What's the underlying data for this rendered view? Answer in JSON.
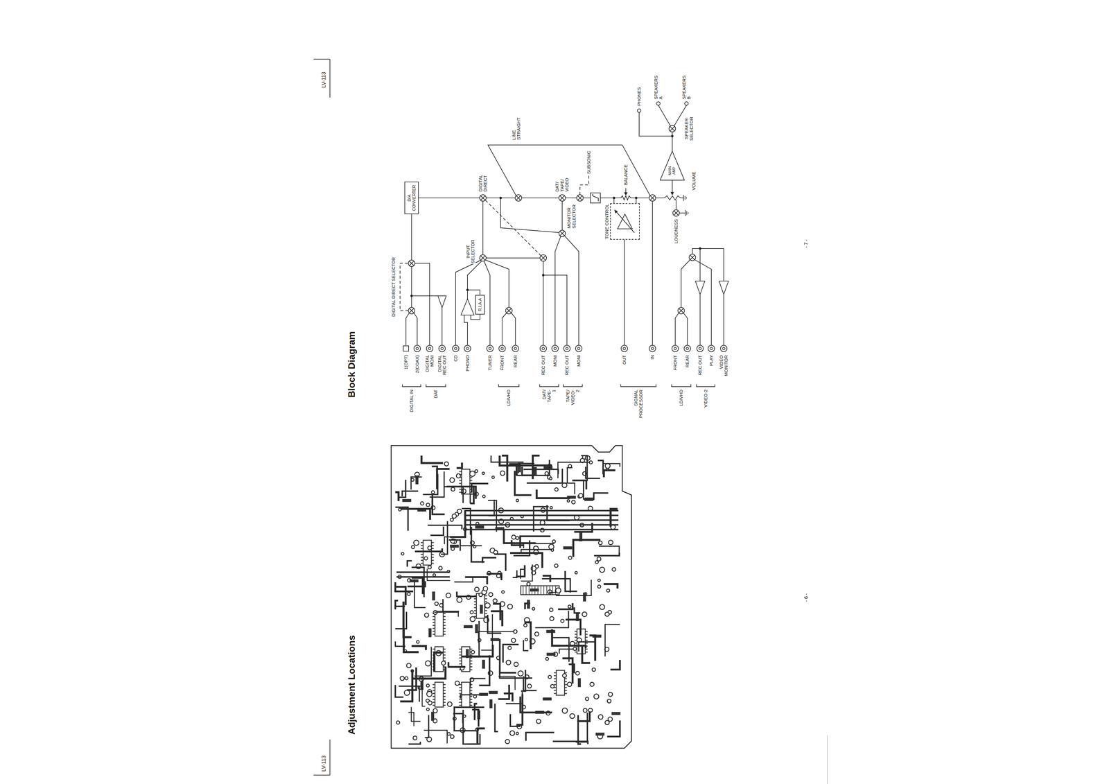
{
  "diagram": {
    "title": "Block Diagram",
    "nodes": [
      {
        "text": [
          "D/A CONVERTER"
        ]
      },
      {
        "text": [
          "R.I.A.A"
        ]
      },
      {
        "text": [
          "TONE CONTROL"
        ]
      },
      {
        "text": [
          "MAIN AMP"
        ]
      }
    ],
    "labels": [
      "LV-113",
      "Adjustment Locations",
      "- 6 -",
      "LV-113",
      "DIGITAL DIRECT SELECTOR",
      "DIGITAL IN",
      "1(OPT)",
      "2(COAX)",
      "DAT",
      "DIGITAL MONI",
      "DIGITAL REC OUT",
      "CD",
      "PHONO",
      "TUNER",
      "LD/VHD",
      "FRONT",
      "REAR",
      "DAT/ TAPE-1",
      "REC OUT",
      "MONI",
      "TAPE/ VIDEO-2",
      "REC OUT",
      "MONI",
      "SIGNAL PROCESSOR",
      "OUT",
      "IN",
      "LD/VHD",
      "FRONT",
      "REAR",
      "VIDEO-2",
      "REC OUT",
      "PLAY",
      "VIDEO MONITOR",
      "INPUT SELECTOR",
      "DIGITAL DIRECT",
      "LINE STRAIGHT",
      "MONITOR SELECTOR",
      "DAT/ TAPE/ VIDEO",
      "SUBSONIC",
      "BALANCE",
      "LOUDNESS",
      "VOLUME",
      "SPEAKER SELECTOR",
      "PHONES",
      "SPEAKERS A",
      "SPEAKERS B",
      "- 7 -"
    ]
  }
}
